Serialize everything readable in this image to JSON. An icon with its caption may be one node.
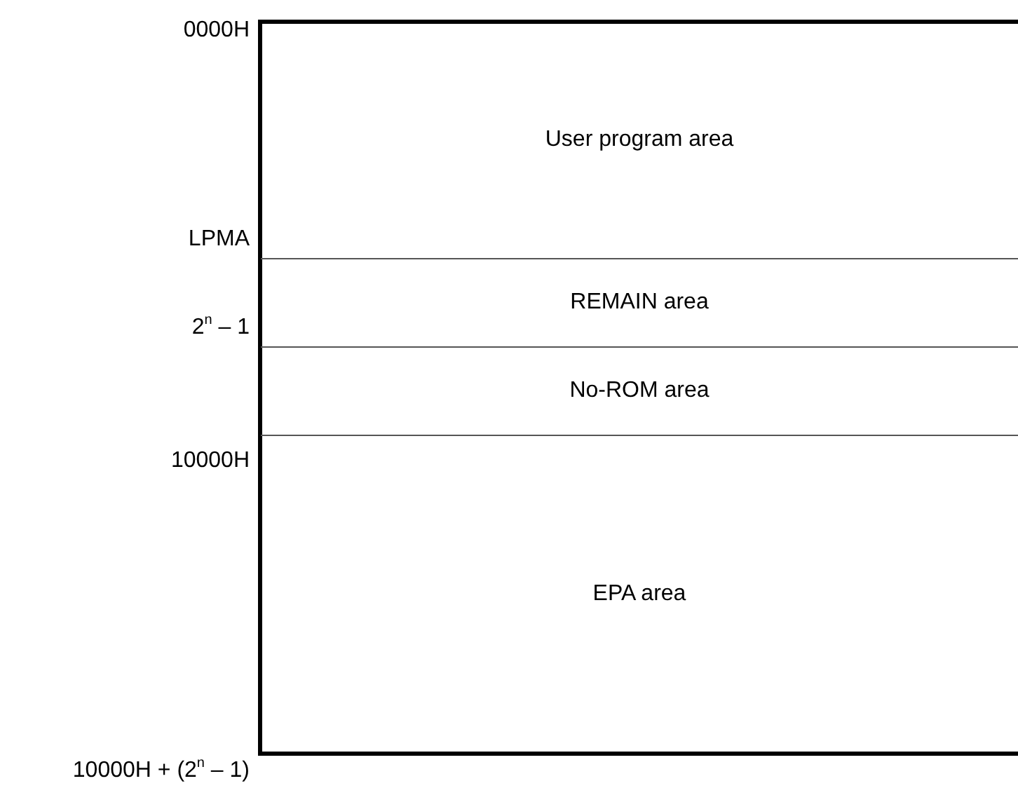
{
  "diagram": {
    "nodes": [
      {
        "text": [
          "User program area"
        ]
      },
      {
        "text": [
          "REMAIN area"
        ]
      },
      {
        "text": [
          "No-ROM area"
        ]
      },
      {
        "text": [
          "EPA area"
        ]
      }
    ],
    "labels": [
      "0000H",
      "LPMA",
      "2$^{n}$ – 1",
      "10000H",
      "10000H + (2$^{n}$ – 1)"
    ]
  }
}
